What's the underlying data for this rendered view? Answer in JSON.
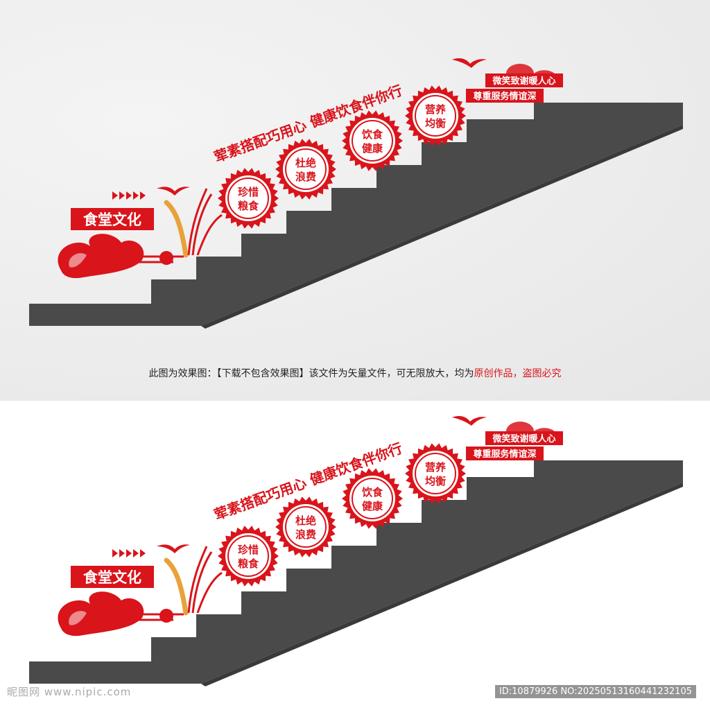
{
  "scene": {
    "slogan": "荤素搭配巧用心 健康饮食伴你行",
    "title_badge": "食堂文化",
    "top_line1": "微笑致谢暖人心",
    "top_line2": "尊重服务情谊深",
    "badges": [
      {
        "line1": "珍惜",
        "line2": "粮食"
      },
      {
        "line1": "杜绝",
        "line2": "浪费"
      },
      {
        "line1": "饮食",
        "line2": "健康"
      },
      {
        "line1": "营养",
        "line2": "均衡"
      }
    ]
  },
  "caption": {
    "normal": "此图为效果图：【下载不包含效果图】该文件为矢量文件，可无限放大，均为",
    "highlight": "原创作品，盗图必究"
  },
  "watermark": {
    "site": "昵图网 www.nipic.com",
    "id": "ID:10879926 NO:20250513160441232105"
  },
  "colors": {
    "red": "#d9141b",
    "stair": "#4a4a4a",
    "gold": "#e8a23a"
  }
}
